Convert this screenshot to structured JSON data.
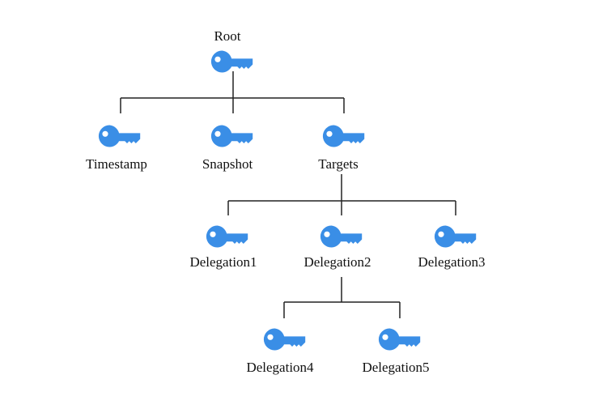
{
  "diagram": {
    "key_color": "#3a8ee6",
    "line_color": "#222222",
    "icon": "key-icon",
    "nodes": {
      "root": {
        "label": "Root"
      },
      "timestamp": {
        "label": "Timestamp"
      },
      "snapshot": {
        "label": "Snapshot"
      },
      "targets": {
        "label": "Targets"
      },
      "delegation1": {
        "label": "Delegation1"
      },
      "delegation2": {
        "label": "Delegation2"
      },
      "delegation3": {
        "label": "Delegation3"
      },
      "delegation4": {
        "label": "Delegation4"
      },
      "delegation5": {
        "label": "Delegation5"
      }
    },
    "edges": [
      [
        "root",
        "timestamp"
      ],
      [
        "root",
        "snapshot"
      ],
      [
        "root",
        "targets"
      ],
      [
        "targets",
        "delegation1"
      ],
      [
        "targets",
        "delegation2"
      ],
      [
        "targets",
        "delegation3"
      ],
      [
        "delegation2",
        "delegation4"
      ],
      [
        "delegation2",
        "delegation5"
      ]
    ]
  }
}
